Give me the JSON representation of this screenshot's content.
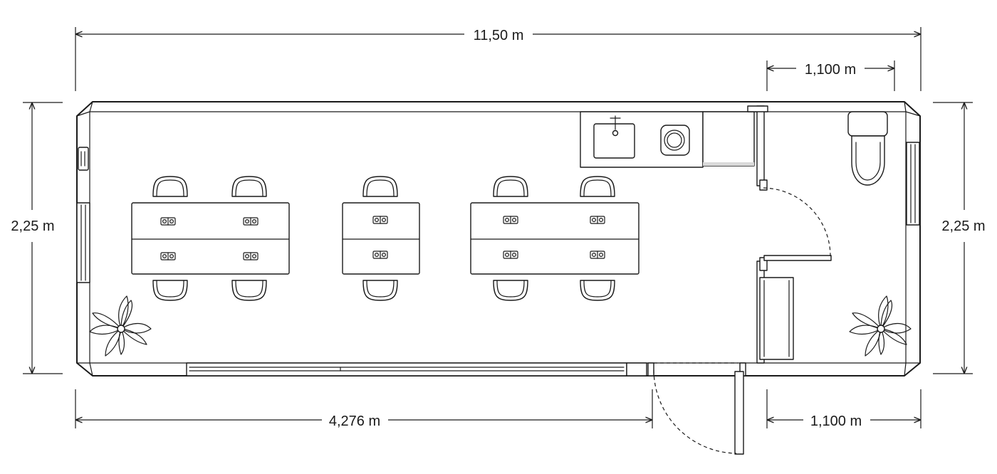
{
  "dimensions": {
    "top_total": "11,50 m",
    "top_right": "1,100 m",
    "left_height": "2,25 m",
    "right_height": "2,25 m",
    "bottom_left": "4,276 m",
    "bottom_right": "1,100 m"
  }
}
